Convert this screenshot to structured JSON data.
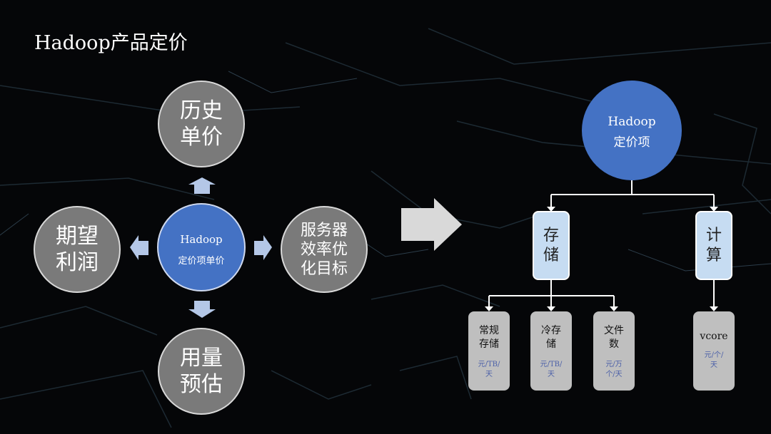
{
  "slide": {
    "title": "Hadoop产品定价",
    "left_diagram": {
      "center": {
        "line1": "Hadoop",
        "line2": "定价项单价"
      },
      "top": "历史单价",
      "left": "期望利润",
      "right": "服务器效率优化目标",
      "bottom": "用量预估"
    },
    "right_diagram": {
      "root": {
        "line1": "Hadoop",
        "line2": "定价项"
      },
      "branches": [
        {
          "label": "存储",
          "leaves": [
            {
              "name": [
                "常规",
                "存储"
              ],
              "unit": [
                "元/TB/",
                "天"
              ]
            },
            {
              "name": [
                "冷存",
                "储"
              ],
              "unit": [
                "元/TB/",
                "天"
              ]
            },
            {
              "name": [
                "文件",
                "数"
              ],
              "unit": [
                "元/万",
                "个/天"
              ]
            }
          ]
        },
        {
          "label": "计算",
          "leaves": [
            {
              "name": [
                "vcore"
              ],
              "unit": [
                "元/个/",
                "天"
              ]
            }
          ]
        }
      ]
    },
    "colors": {
      "background": "#050608",
      "blue": "#4472c4",
      "gray_circle": "#7a7a7a",
      "light_box": "#c6dcf2",
      "leaf_box": "#bfbfbf",
      "arrow": "#d9d9d9",
      "small_arrow": "#b4c7e7"
    }
  }
}
